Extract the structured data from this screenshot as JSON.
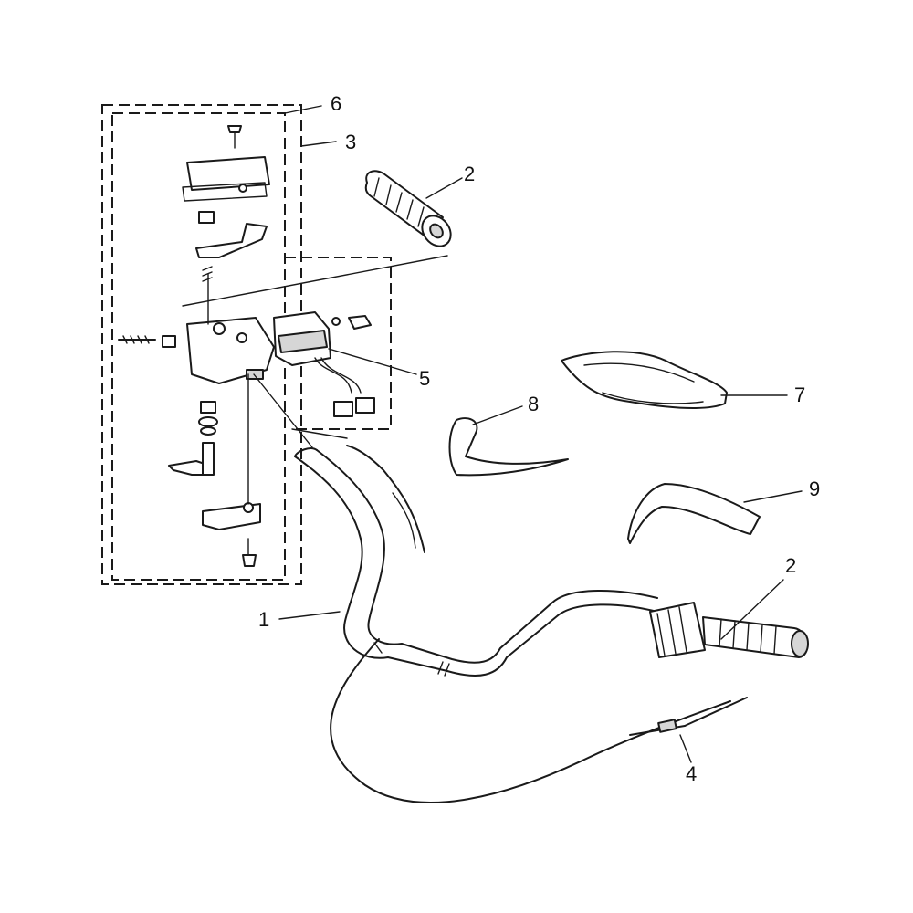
{
  "callouts": [
    {
      "id": "callout-1",
      "label": "1"
    },
    {
      "id": "callout-2-top",
      "label": "2"
    },
    {
      "id": "callout-2-bottom",
      "label": "2"
    },
    {
      "id": "callout-3",
      "label": "3"
    },
    {
      "id": "callout-4",
      "label": "4"
    },
    {
      "id": "callout-5",
      "label": "5"
    },
    {
      "id": "callout-6",
      "label": "6"
    },
    {
      "id": "callout-7",
      "label": "7"
    },
    {
      "id": "callout-8",
      "label": "8"
    },
    {
      "id": "callout-9",
      "label": "9"
    }
  ],
  "colors": {
    "line": "#1a1a1a",
    "background": "#ffffff",
    "fill_gray": "#d6d6d6"
  }
}
